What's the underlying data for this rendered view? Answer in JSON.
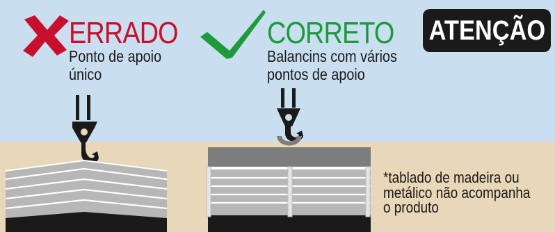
{
  "wrong": {
    "title": "ERRADO",
    "subtitle_lines": [
      "Ponto de apoio",
      "único"
    ]
  },
  "correct": {
    "title": "CORRETO",
    "subtitle_lines": [
      "Balancins com vários",
      "pontos de apoio"
    ]
  },
  "badge": {
    "text": "ATENÇÃO"
  },
  "note": {
    "lines": [
      "*tablado de madeira ou",
      "metálico não acompanha",
      "o produto"
    ]
  },
  "colors": {
    "sky": "#c9dff0",
    "ground": "#e8d7b8",
    "wrong_red": "#c8102e",
    "correct_green": "#1e9a3c",
    "dark": "#1a1a1a",
    "sheet_gray": "#b7b7b7",
    "beam_gray": "#7d7d7d"
  },
  "icons": [
    "x-mark-icon",
    "check-mark-icon",
    "crane-hook-icon"
  ]
}
